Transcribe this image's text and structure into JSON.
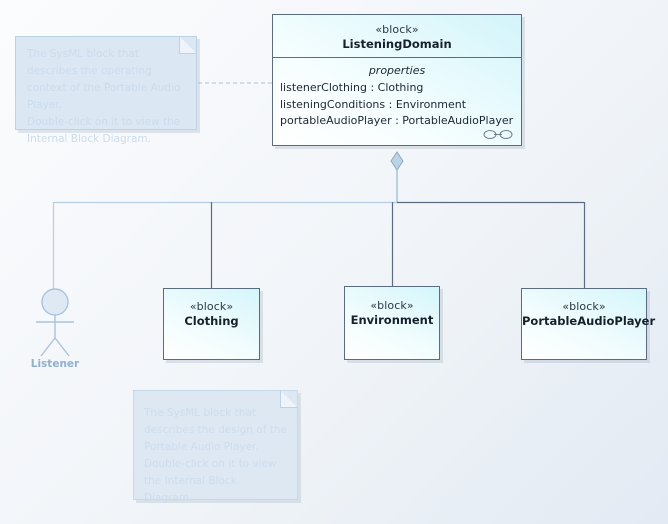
{
  "diagram": {
    "type": "sysml-block-definition-diagram",
    "background_top": "#fbfcfd",
    "background_bottom": "#e3eaf3"
  },
  "listening_domain": {
    "stereotype": "«block»",
    "name": "ListeningDomain",
    "compartment_label": "properties",
    "properties": [
      "listenerClothing : Clothing",
      "listeningConditions : Environment",
      "portableAudioPlayer : PortableAudioPlayer"
    ],
    "badge_icon": "internal-block-diagram-icon"
  },
  "blocks": [
    {
      "stereotype": "«block»",
      "name": "Clothing"
    },
    {
      "stereotype": "«block»",
      "name": "Environment"
    },
    {
      "stereotype": "«block»",
      "name": "PortableAudioPlayer"
    }
  ],
  "actor": {
    "name": "Listener",
    "icon": "stick-figure-actor-icon",
    "color": "#8fb0cf"
  },
  "notes": [
    {
      "id": "context-note",
      "text": "The SysML block that describes the operating context of the Portable Audio Player.\nDouble-click on it to view the Internal Block Diagram."
    },
    {
      "id": "design-note",
      "text": "The SysML block that describes the design of the Portable Audio Player.\nDouble-click on it to view the Internal Block Diagram."
    }
  ],
  "connectors": {
    "composition_diamond": "filled-diamond",
    "note_link_style": "dashed",
    "tree_line_color": "#5a6b82",
    "faded_line_color": "#b7cde2"
  }
}
